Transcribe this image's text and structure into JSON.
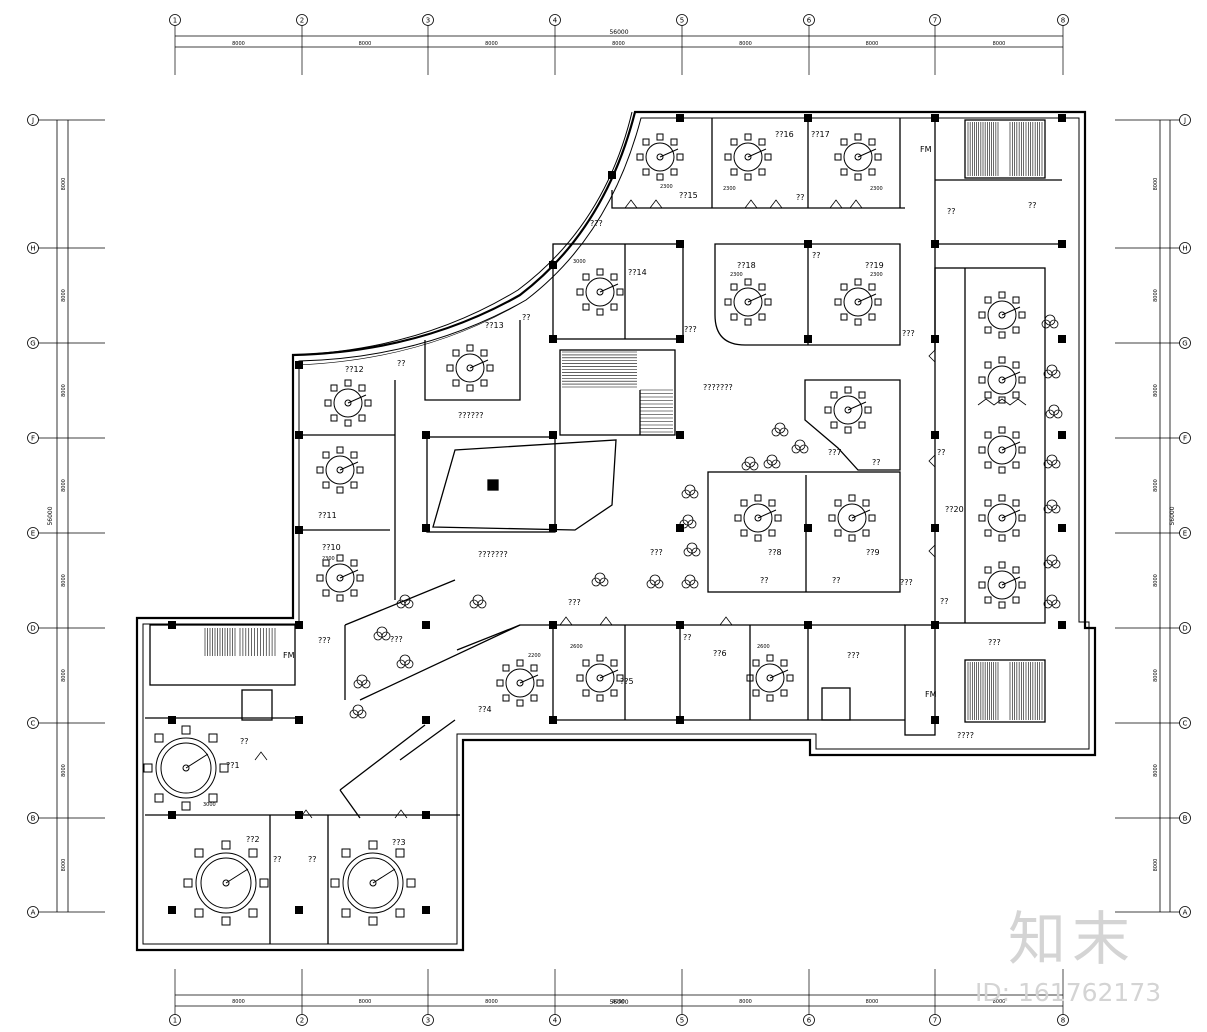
{
  "grid_columns": [
    "1",
    "2",
    "3",
    "4",
    "5",
    "6",
    "7",
    "8"
  ],
  "grid_rows": [
    "J",
    "H",
    "G",
    "F",
    "E",
    "D",
    "C",
    "B",
    "A"
  ],
  "spacing_label": "8000",
  "total_top": "56000",
  "total_bottom": "56000",
  "total_right": "56000",
  "total_left": "56000",
  "rooms": {
    "r1": "??1",
    "r2": "??2",
    "r3": "??3",
    "r4": "??4",
    "r5": "??5",
    "r6": "??6",
    "r7": "??7",
    "r8": "??8",
    "r9": "??9",
    "r10": "??10",
    "r11": "??11",
    "r12": "??12",
    "r13": "??13",
    "r14": "??14",
    "r15": "??15",
    "r16": "??16",
    "r17": "??17",
    "r18": "??18",
    "r19": "??19",
    "r20": "??20"
  },
  "labels": {
    "q2": "??",
    "q3": "???",
    "q4": "????",
    "q6": "??????",
    "q7": "???????",
    "fm": "FM"
  },
  "dims": {
    "d2300": "2300",
    "d3000": "3000",
    "d2600": "2600",
    "d2200": "2200"
  },
  "watermark": {
    "brand": "知末",
    "id": "ID: 161762173"
  }
}
